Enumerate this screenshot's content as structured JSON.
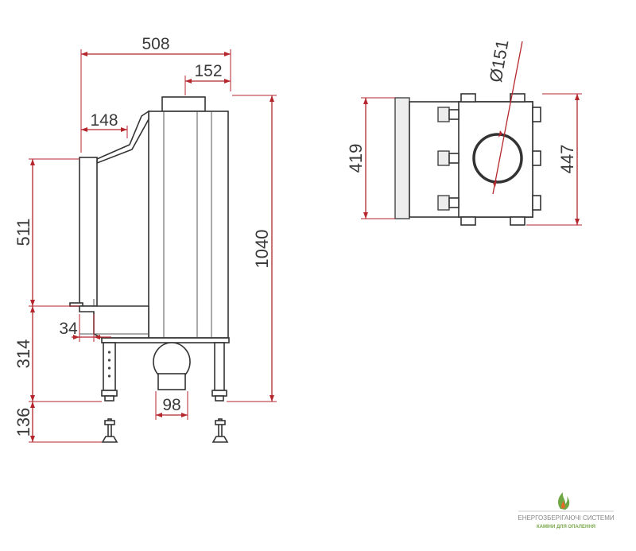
{
  "diagram": {
    "side_view": {
      "dims": {
        "total_width": "508",
        "flue_offset": "152",
        "hood_depth": "148",
        "door_height": "511",
        "total_height": "1040",
        "door_offset": "34",
        "base_height": "314",
        "leg_height": "136",
        "air_inlet": "98"
      }
    },
    "top_view": {
      "dims": {
        "flue_diameter": "Ø151",
        "inner_depth": "419",
        "outer_depth": "447"
      }
    },
    "logo": {
      "title": "ЕНЕРГОЗБЕРІГАЮЧІ СИСТЕМИ",
      "subtitle": "КАМІНИ ДЛЯ ОПАЛЕННЯ",
      "accent_color": "#6fa843",
      "flame_color": "#e26b2a"
    },
    "colors": {
      "dimension": "#b5262c",
      "outline": "#333333"
    }
  }
}
